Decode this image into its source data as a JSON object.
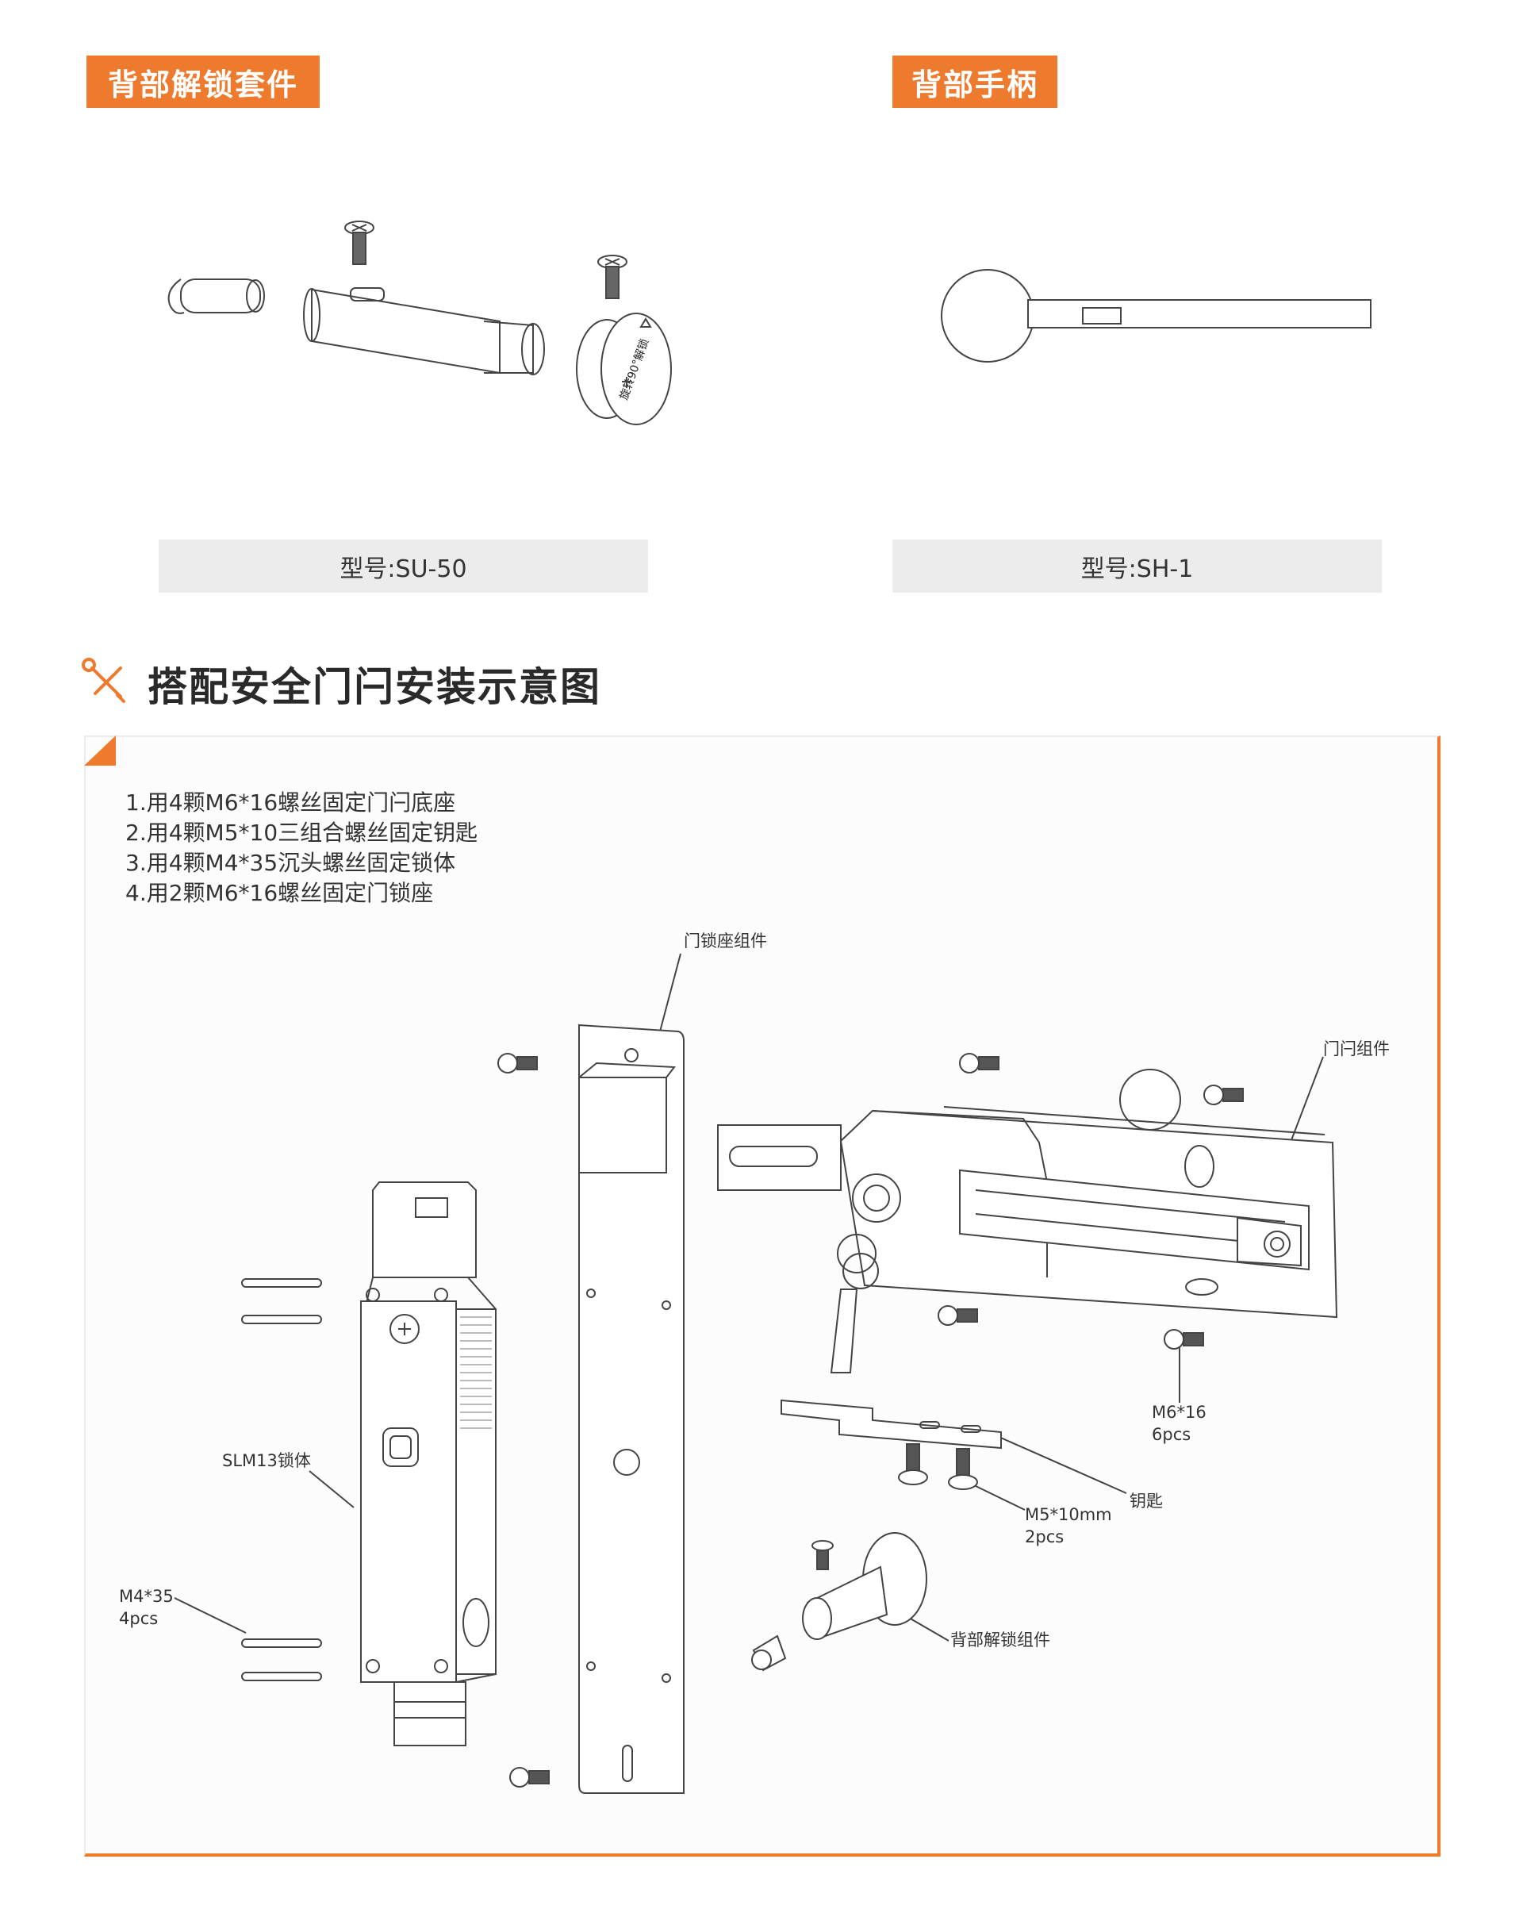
{
  "sections": {
    "left_tag": "背部解锁套件",
    "right_tag": "背部手柄",
    "left_model": "型号:SU-50",
    "right_model": "型号:SH-1",
    "cylinder_marking": "旋转90°解锁"
  },
  "install": {
    "title": "搭配安全门闩安装示意图",
    "title_icon": "tools-icon",
    "steps": [
      "1.用4颗M6*16螺丝固定门闩底座",
      "2.用4颗M5*10三组合螺丝固定钥匙",
      "3.用4颗M4*35沉头螺丝固定锁体",
      "4.用2颗M6*16螺丝固定门锁座"
    ],
    "labels": {
      "door_lock_base": "门锁座组件",
      "door_latch": "门闩组件",
      "lock_body": "SLM13锁体",
      "m4_spec": "M4*35",
      "m4_qty": "4pcs",
      "m6_spec": "M6*16",
      "m6_qty": "6pcs",
      "key": "钥匙",
      "m5_spec": "M5*10mm",
      "m5_qty": "2pcs",
      "rear_release": "背部解锁组件"
    }
  },
  "colors": {
    "accent": "#ee7a2e",
    "model_bg": "#ececec",
    "text": "#333333"
  }
}
